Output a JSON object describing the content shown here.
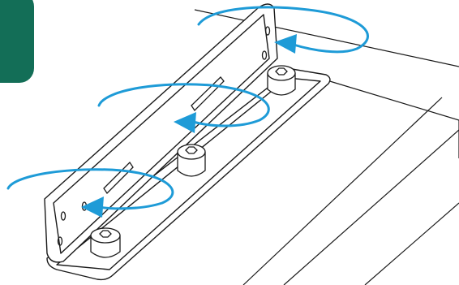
{
  "figure": {
    "colors": {
      "tab": "#136e57",
      "line": "#1a1a1a",
      "arrow": "#1e9bd7",
      "background": "#ffffff"
    },
    "screws": [
      {
        "label": "rear-screw",
        "rotation": "counter-clockwise"
      },
      {
        "label": "middle-screw",
        "rotation": "counter-clockwise"
      },
      {
        "label": "front-screw",
        "rotation": "counter-clockwise"
      }
    ],
    "parts": [
      "mounting-bracket",
      "chassis",
      "slot-holes",
      "rotation-arrows",
      "side-tab"
    ]
  }
}
